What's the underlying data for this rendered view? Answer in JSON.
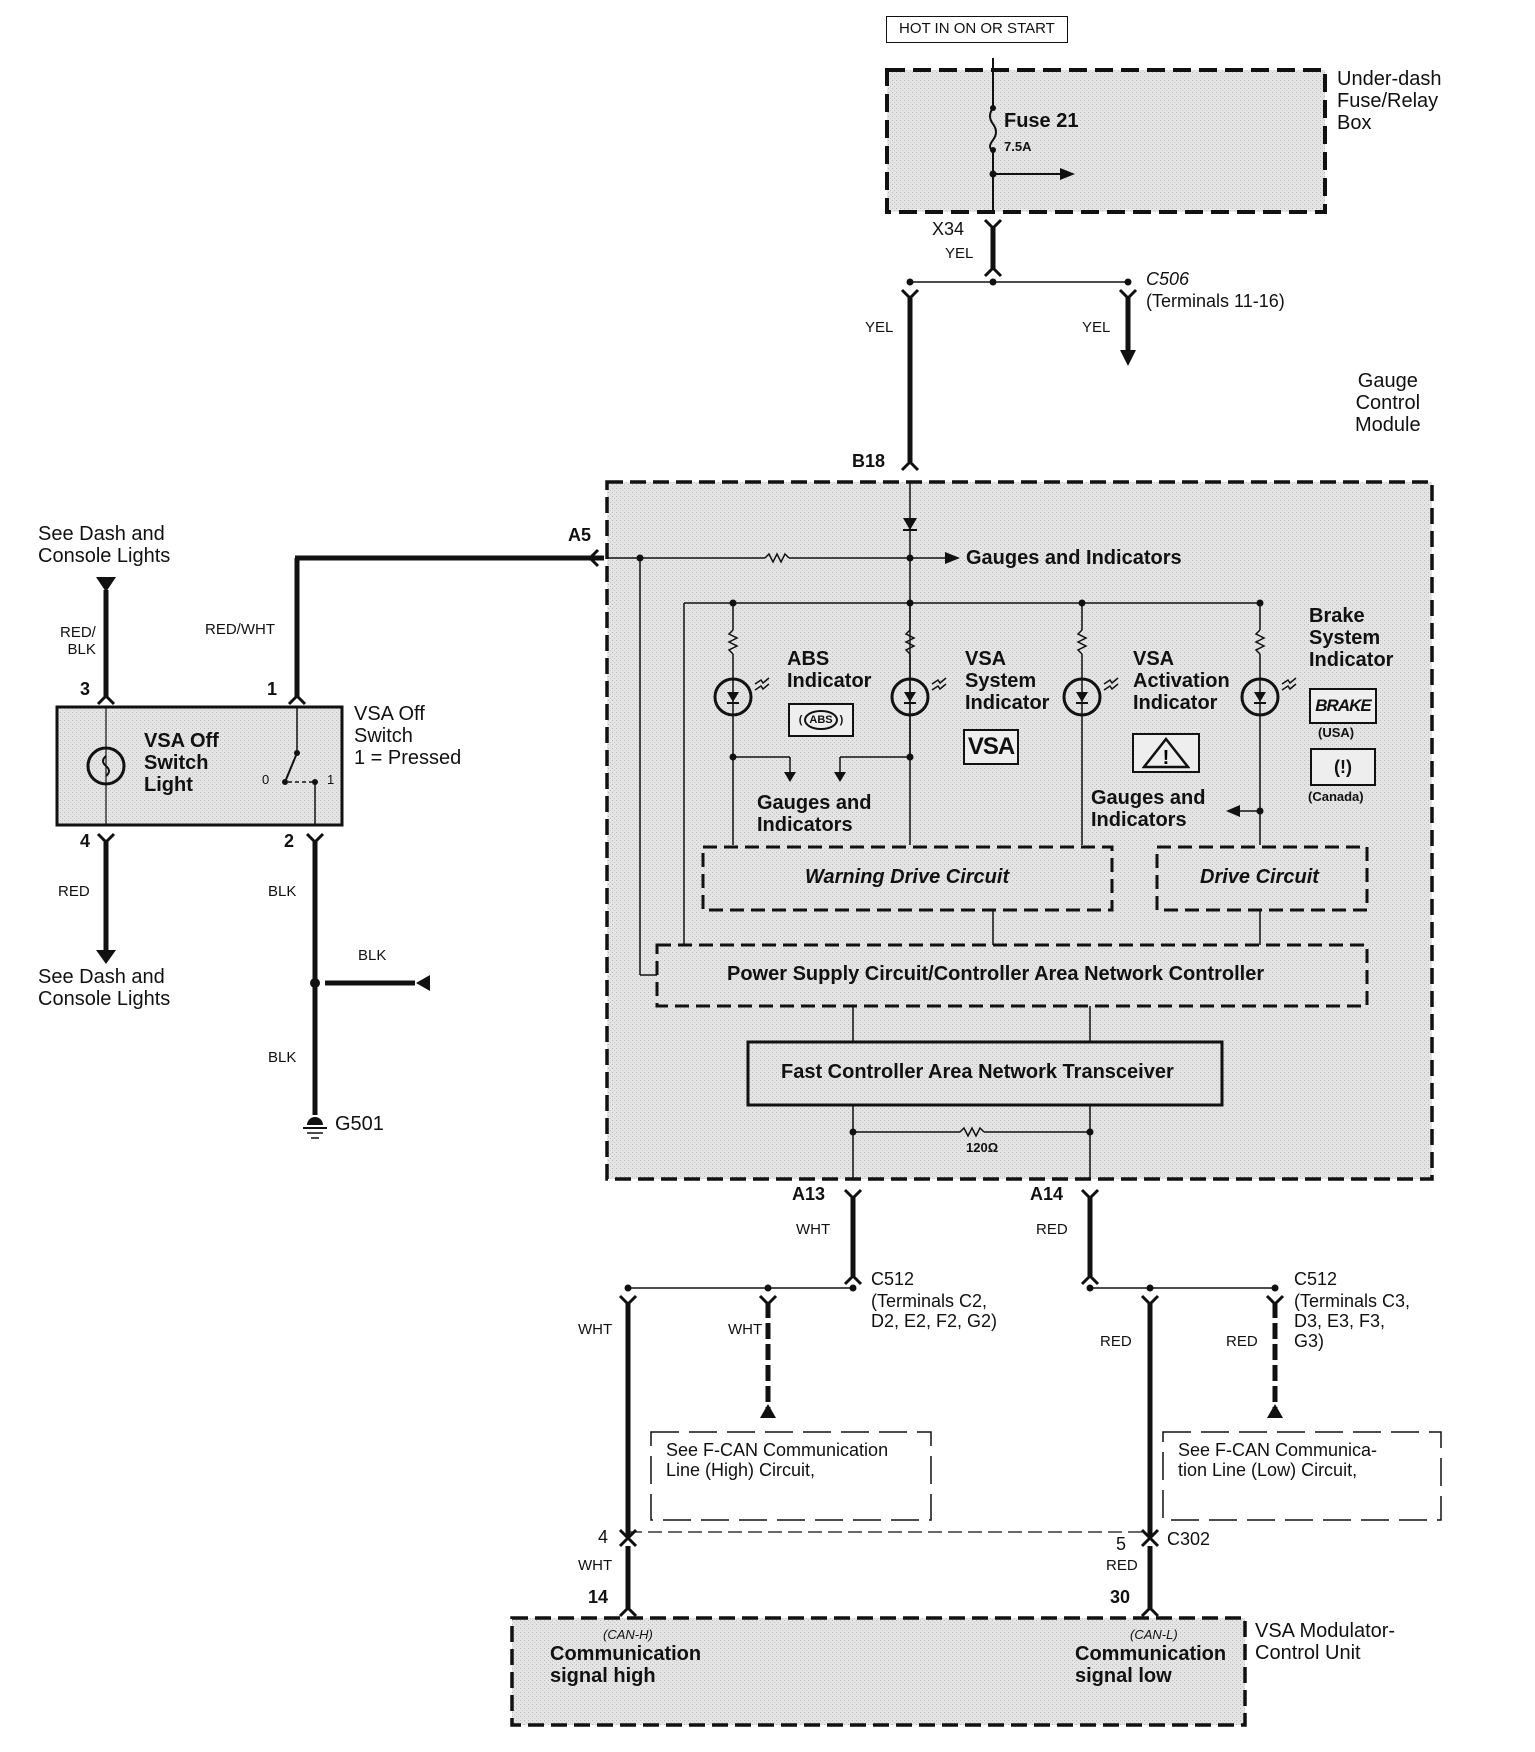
{
  "power": {
    "source_label": "HOT IN ON OR START"
  },
  "fuse_box": {
    "name": "Under-dash\nFuse/Relay\nBox",
    "fuse_label": "Fuse 21",
    "fuse_rating": "7.5A"
  },
  "connectors": {
    "x34": "X34",
    "c506": "C506",
    "c506_terminals": "(Terminals 11-16)",
    "b18": "B18",
    "a5": "A5",
    "a13": "A13",
    "a14": "A14",
    "c512_high": "C512",
    "c512_high_terminals": "(Terminals C2,\nD2, E2, F2, G2)",
    "c512_low": "C512",
    "c512_low_terminals": "(Terminals C3,\nD3, E3, F3,\nG3)",
    "c302": "C302",
    "g501": "G501"
  },
  "wires": {
    "yel_x34": "YEL",
    "yel_left": "YEL",
    "yel_right": "YEL",
    "red_blk": "RED/\nBLK",
    "red_wht": "RED/WHT",
    "red_4": "RED",
    "blk_2": "BLK",
    "blk_branch": "BLK",
    "blk_ground": "BLK",
    "wht_a13": "WHT",
    "red_a14": "RED",
    "wht_main": "WHT",
    "wht_fcan": "WHT",
    "red_main": "RED",
    "red_fcan": "RED",
    "wht_c302": "WHT",
    "red_c302": "RED"
  },
  "pins": {
    "p3": "3",
    "p1": "1",
    "p4": "4",
    "p2": "2",
    "c302_4": "4",
    "c302_5": "5",
    "vsa_14": "14",
    "vsa_30": "30",
    "switch_0": "0",
    "switch_1": "1"
  },
  "references": {
    "dash_top": "See Dash and\nConsole Lights",
    "dash_bottom": "See Dash and\nConsole Lights",
    "fcan_high": "See F-CAN Communication\nLine (High) Circuit,",
    "fcan_low": "See F-CAN Communica-\ntion Line (Low) Circuit,"
  },
  "vsa_off_switch": {
    "name": "VSA Off\nSwitch\n1 = Pressed",
    "light_label": "VSA Off\nSwitch\nLight"
  },
  "gauge_module": {
    "name": "Gauge\nControl\nModule",
    "gauges_top": "Gauges and Indicators",
    "gauges_mid_left": "Gauges and\nIndicators",
    "gauges_mid_right": "Gauges and\nIndicators",
    "indicators": [
      {
        "label": "ABS\nIndicator",
        "symbol": "ABS"
      },
      {
        "label": "VSA\nSystem\nIndicator",
        "symbol": "VSA"
      },
      {
        "label": "VSA\nActivation\nIndicator",
        "symbol": "!"
      },
      {
        "label": "Brake\nSystem\nIndicator",
        "symbol": "BRAKE",
        "symbol_usa_note": "(USA)",
        "symbol_canada": "(!)",
        "symbol_canada_note": "(Canada)"
      }
    ],
    "warning_drive": "Warning Drive Circuit",
    "drive": "Drive Circuit",
    "power_supply": "Power Supply Circuit/Controller Area Network Controller",
    "transceiver": "Fast Controller Area Network Transceiver",
    "terminator": "120Ω"
  },
  "vsa_modulator": {
    "name": "VSA Modulator-\nControl Unit",
    "can_h_tag": "(CAN-H)",
    "can_h_label": "Communication\nsignal high",
    "can_l_tag": "(CAN-L)",
    "can_l_label": "Communication\nsignal low"
  }
}
